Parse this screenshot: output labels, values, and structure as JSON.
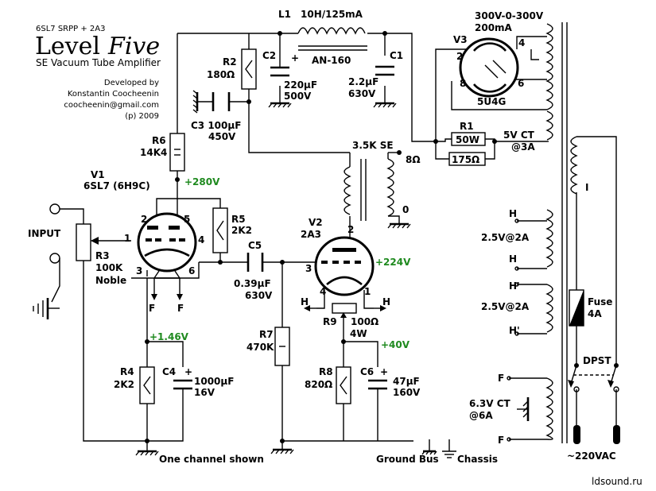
{
  "header": {
    "subtitle_small": "6SL7 SRPP + 2A3",
    "title_word": "Level",
    "title_italic": "Five",
    "tagline": "SE Vacuum Tube Amplifier",
    "developed_by": "Developed by",
    "author": "Konstantin Coocheenin",
    "email": "coocheenin@gmail.com",
    "copyright": "(p) 2009"
  },
  "components": {
    "L1_name": "L1",
    "L1_value": "10H/125mA",
    "L1_part": "AN-160",
    "C1_name": "C1",
    "C1_value1": "2.2µF",
    "C1_value2": "630V",
    "C2_name": "C2",
    "C2_value1": "220µF",
    "C2_value2": "500V",
    "C3_label": "C3 100µF",
    "C3_volt": "450V",
    "R2_name": "R2",
    "R2_value": "180Ω",
    "R6_name": "R6",
    "R6_value": "14K4",
    "V1_name": "V1",
    "V1_type": "6SL7 (6H9C)",
    "R3_name": "R3",
    "R3_value": "100K",
    "R3_note": "Noble",
    "R5_name": "R5",
    "R5_value": "2K2",
    "C5_name": "C5",
    "C5_value1": "0.39µF",
    "C5_value2": "630V",
    "V2_name": "V2",
    "V2_type": "2A3",
    "OT_label": "3.5K SE",
    "OT_8ohm": "8Ω",
    "OT_0": "0",
    "R7_name": "R7",
    "R7_value": "470K",
    "R9_name": "R9",
    "R9_value": "100Ω",
    "R9_power": "4W",
    "R4_name": "R4",
    "R4_value": "2K2",
    "C4_name": "C4",
    "C4_value1": "1000µF",
    "C4_value2": "16V",
    "R8_name": "R8",
    "R8_value": "820Ω",
    "C6_name": "C6",
    "C6_value1": "47µF",
    "C6_value2": "160V",
    "V3_name": "V3",
    "V3_type": "5U4G",
    "R1_name": "R1",
    "R1_value1": "50W",
    "R1_value2": "175Ω",
    "PT_hv1": "300V-0-300V",
    "PT_hv2": "200mA",
    "PT_5v1": "5V CT",
    "PT_5v2": "@3A",
    "PT_primary": "I",
    "PT_25v_a": "2.5V@2A",
    "PT_25v_b": "2.5V@2A",
    "PT_63v1": "6.3V CT",
    "PT_63v2": "@6A",
    "fuse_name": "Fuse",
    "fuse_value": "4A",
    "switch_name": "DPST",
    "mains": "~220VAC"
  },
  "pins": {
    "v1_p1": "1",
    "v1_p2": "2",
    "v1_p3": "3",
    "v1_p4": "4",
    "v1_p5": "5",
    "v1_p6": "6",
    "v2_p1": "1",
    "v2_p2": "2",
    "v2_p3": "3",
    "v2_p4": "4",
    "v3_p2": "2",
    "v3_p4": "4",
    "v3_p6": "6",
    "v3_p8": "8",
    "heater_f1": "F",
    "heater_f2": "F",
    "heater_h1": "H",
    "heater_h2": "H",
    "pt_h1": "H",
    "pt_h2": "H",
    "pt_h3": "H'",
    "pt_h4": "H'",
    "pt_f1": "F",
    "pt_f2": "F"
  },
  "voltages": {
    "v280": "+280V",
    "v224": "+224V",
    "v146": "+1.46V",
    "v40": "+40V"
  },
  "labels": {
    "input": "INPUT",
    "one_channel": "One channel shown",
    "ground_bus": "Ground Bus",
    "chassis": "Chassis",
    "site": "ldsound.ru"
  },
  "colors": {
    "ink": "#000000",
    "voltage_green": "#1f8a1f",
    "background": "#ffffff"
  }
}
